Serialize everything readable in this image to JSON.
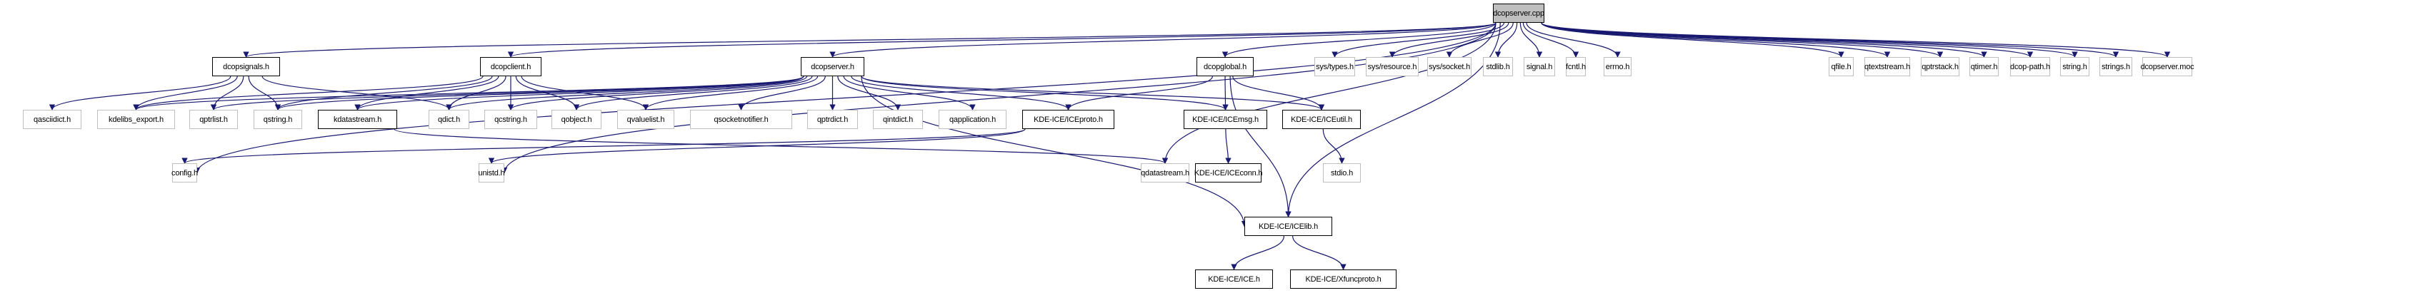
{
  "diagram": {
    "title": "dcopserver.cpp include dependency graph",
    "edge_color": "#191970",
    "nodes": [
      {
        "id": "root",
        "label": "dcopserver.cpp",
        "kind": "root"
      },
      {
        "id": "dcopsignals",
        "label": "dcopsignals.h",
        "kind": "doc"
      },
      {
        "id": "dcopclient",
        "label": "dcopclient.h",
        "kind": "doc"
      },
      {
        "id": "dcopserverh",
        "label": "dcopserver.h",
        "kind": "doc"
      },
      {
        "id": "dcopglobal",
        "label": "dcopglobal.h",
        "kind": "doc"
      },
      {
        "id": "systypes",
        "label": "sys/types.h",
        "kind": "ext"
      },
      {
        "id": "sysresource",
        "label": "sys/resource.h",
        "kind": "ext"
      },
      {
        "id": "syssocket",
        "label": "sys/socket.h",
        "kind": "ext"
      },
      {
        "id": "stdlib",
        "label": "stdlib.h",
        "kind": "ext"
      },
      {
        "id": "signal",
        "label": "signal.h",
        "kind": "ext"
      },
      {
        "id": "fcntl",
        "label": "fcntl.h",
        "kind": "ext"
      },
      {
        "id": "errno",
        "label": "errno.h",
        "kind": "ext"
      },
      {
        "id": "qfile",
        "label": "qfile.h",
        "kind": "ext"
      },
      {
        "id": "qtextstream",
        "label": "qtextstream.h",
        "kind": "ext"
      },
      {
        "id": "qptrstack",
        "label": "qptrstack.h",
        "kind": "ext"
      },
      {
        "id": "qtimer",
        "label": "qtimer.h",
        "kind": "ext"
      },
      {
        "id": "dcoppath",
        "label": "dcop-path.h",
        "kind": "ext"
      },
      {
        "id": "string",
        "label": "string.h",
        "kind": "ext"
      },
      {
        "id": "strings",
        "label": "strings.h",
        "kind": "ext"
      },
      {
        "id": "moc",
        "label": "dcopserver.moc",
        "kind": "ext"
      },
      {
        "id": "qasciidict",
        "label": "qasciidict.h",
        "kind": "ext"
      },
      {
        "id": "kdelibsexport",
        "label": "kdelibs_export.h",
        "kind": "ext"
      },
      {
        "id": "qptrlist",
        "label": "qptrlist.h",
        "kind": "ext"
      },
      {
        "id": "qstring",
        "label": "qstring.h",
        "kind": "ext"
      },
      {
        "id": "kdatastream",
        "label": "kdatastream.h",
        "kind": "doc"
      },
      {
        "id": "qdict",
        "label": "qdict.h",
        "kind": "ext"
      },
      {
        "id": "qcstring",
        "label": "qcstring.h",
        "kind": "ext"
      },
      {
        "id": "qobject",
        "label": "qobject.h",
        "kind": "ext"
      },
      {
        "id": "qvaluelist",
        "label": "qvaluelist.h",
        "kind": "ext"
      },
      {
        "id": "qsocketnotifier",
        "label": "qsocketnotifier.h",
        "kind": "ext"
      },
      {
        "id": "qptrdict",
        "label": "qptrdict.h",
        "kind": "ext"
      },
      {
        "id": "qintdict",
        "label": "qintdict.h",
        "kind": "ext"
      },
      {
        "id": "qapplication",
        "label": "qapplication.h",
        "kind": "ext"
      },
      {
        "id": "iceproto",
        "label": "KDE-ICE/ICEproto.h",
        "kind": "doc"
      },
      {
        "id": "icemsg",
        "label": "KDE-ICE/ICEmsg.h",
        "kind": "doc"
      },
      {
        "id": "iceutil",
        "label": "KDE-ICE/ICEutil.h",
        "kind": "doc"
      },
      {
        "id": "config",
        "label": "config.h",
        "kind": "ext"
      },
      {
        "id": "unistd",
        "label": "unistd.h",
        "kind": "ext"
      },
      {
        "id": "qdatastream",
        "label": "qdatastream.h",
        "kind": "ext"
      },
      {
        "id": "iceconn",
        "label": "KDE-ICE/ICEconn.h",
        "kind": "doc"
      },
      {
        "id": "stdio",
        "label": "stdio.h",
        "kind": "ext"
      },
      {
        "id": "icelib",
        "label": "KDE-ICE/ICElib.h",
        "kind": "doc"
      },
      {
        "id": "ice",
        "label": "KDE-ICE/ICE.h",
        "kind": "doc"
      },
      {
        "id": "xfuncproto",
        "label": "KDE-ICE/Xfuncproto.h",
        "kind": "doc"
      }
    ],
    "edges": [
      [
        "root",
        "dcopsignals"
      ],
      [
        "root",
        "dcopclient"
      ],
      [
        "root",
        "dcopserverh"
      ],
      [
        "root",
        "dcopglobal"
      ],
      [
        "root",
        "systypes"
      ],
      [
        "root",
        "sysresource"
      ],
      [
        "root",
        "syssocket"
      ],
      [
        "root",
        "stdlib"
      ],
      [
        "root",
        "signal"
      ],
      [
        "root",
        "fcntl"
      ],
      [
        "root",
        "errno"
      ],
      [
        "root",
        "qfile"
      ],
      [
        "root",
        "qtextstream"
      ],
      [
        "root",
        "qptrstack"
      ],
      [
        "root",
        "qtimer"
      ],
      [
        "root",
        "dcoppath"
      ],
      [
        "root",
        "string"
      ],
      [
        "root",
        "strings"
      ],
      [
        "root",
        "moc"
      ],
      [
        "root",
        "config"
      ],
      [
        "root",
        "unistd"
      ],
      [
        "root",
        "qdatastream"
      ],
      [
        "root",
        "icelib"
      ],
      [
        "dcopsignals",
        "qasciidict"
      ],
      [
        "dcopsignals",
        "kdelibsexport"
      ],
      [
        "dcopsignals",
        "qptrlist"
      ],
      [
        "dcopsignals",
        "qstring"
      ],
      [
        "dcopsignals",
        "qdict"
      ],
      [
        "dcopclient",
        "kdatastream"
      ],
      [
        "dcopclient",
        "qdict"
      ],
      [
        "dcopclient",
        "qcstring"
      ],
      [
        "dcopclient",
        "qobject"
      ],
      [
        "dcopclient",
        "qvaluelist"
      ],
      [
        "dcopclient",
        "qstring"
      ],
      [
        "dcopclient",
        "kdelibsexport"
      ],
      [
        "dcopserverh",
        "qptrlist"
      ],
      [
        "dcopserverh",
        "qstring"
      ],
      [
        "dcopserverh",
        "kdatastream"
      ],
      [
        "dcopserverh",
        "qdict"
      ],
      [
        "dcopserverh",
        "qcstring"
      ],
      [
        "dcopserverh",
        "qobject"
      ],
      [
        "dcopserverh",
        "qvaluelist"
      ],
      [
        "dcopserverh",
        "qsocketnotifier"
      ],
      [
        "dcopserverh",
        "qptrdict"
      ],
      [
        "dcopserverh",
        "qintdict"
      ],
      [
        "dcopserverh",
        "qapplication"
      ],
      [
        "dcopserverh",
        "iceproto"
      ],
      [
        "dcopserverh",
        "icemsg"
      ],
      [
        "dcopserverh",
        "iceutil"
      ],
      [
        "dcopserverh",
        "icelib"
      ],
      [
        "dcopserverh",
        "kdelibsexport"
      ],
      [
        "dcopglobal",
        "iceproto"
      ],
      [
        "dcopglobal",
        "icemsg"
      ],
      [
        "dcopglobal",
        "iceutil"
      ],
      [
        "dcopglobal",
        "icelib"
      ],
      [
        "kdatastream",
        "qdatastream"
      ],
      [
        "iceproto",
        "config"
      ],
      [
        "iceproto",
        "unistd"
      ],
      [
        "icemsg",
        "iceconn"
      ],
      [
        "iceutil",
        "stdio"
      ],
      [
        "icelib",
        "ice"
      ],
      [
        "icelib",
        "xfuncproto"
      ]
    ]
  }
}
